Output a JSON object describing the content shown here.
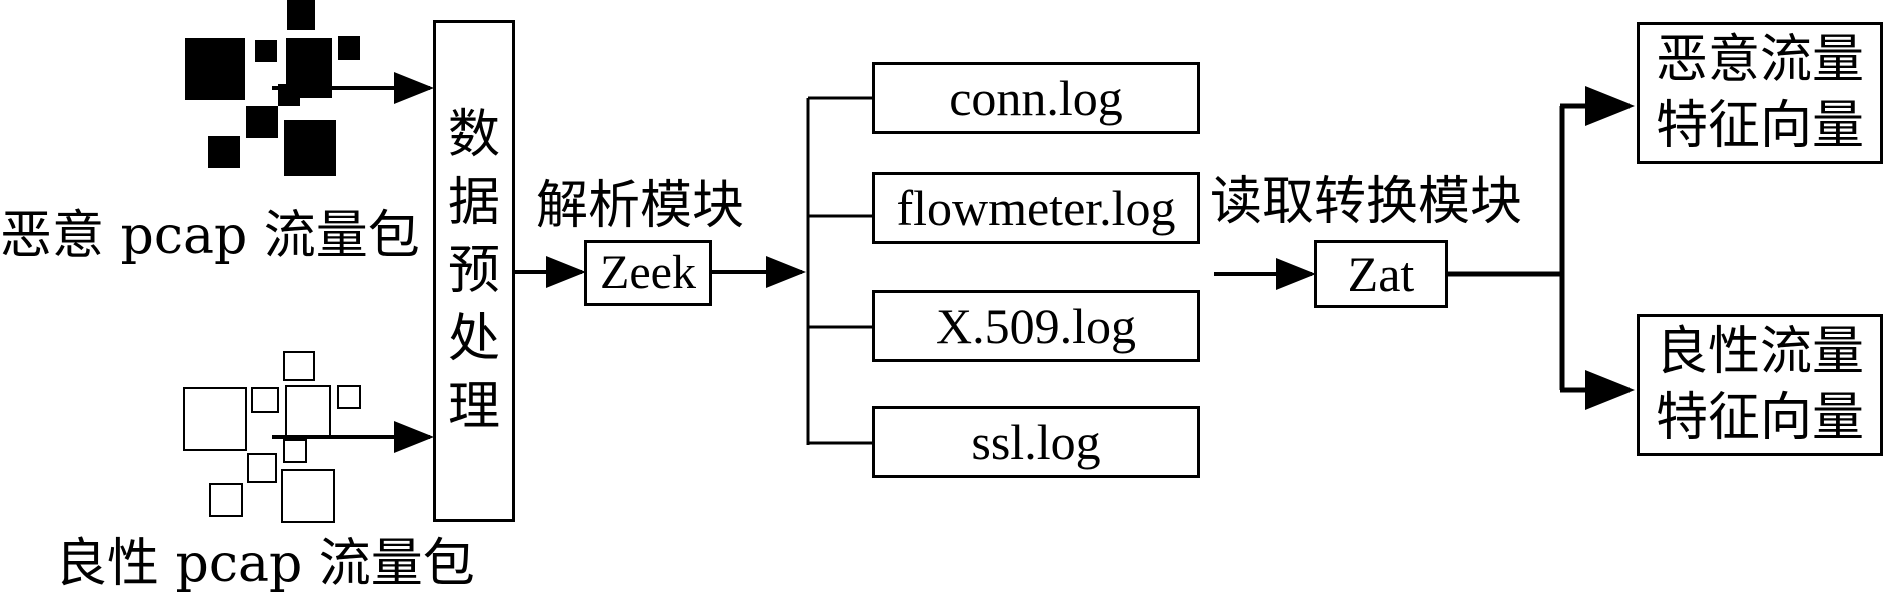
{
  "inputs": {
    "malicious_label": "恶意 pcap 流量包",
    "benign_label": "良性 pcap 流量包"
  },
  "preprocess": {
    "chars": [
      "数",
      "据",
      "预",
      "处",
      "理"
    ]
  },
  "parse_module": {
    "label": "解析模块",
    "tool": "Zeek"
  },
  "logs": [
    "conn.log",
    "flowmeter.log",
    "X.509.log",
    "ssl.log"
  ],
  "convert_module": {
    "label": "读取转换模块",
    "tool": "Zat"
  },
  "outputs": {
    "malicious": "恶意流量特征向量",
    "benign": "良性流量特征向量"
  }
}
